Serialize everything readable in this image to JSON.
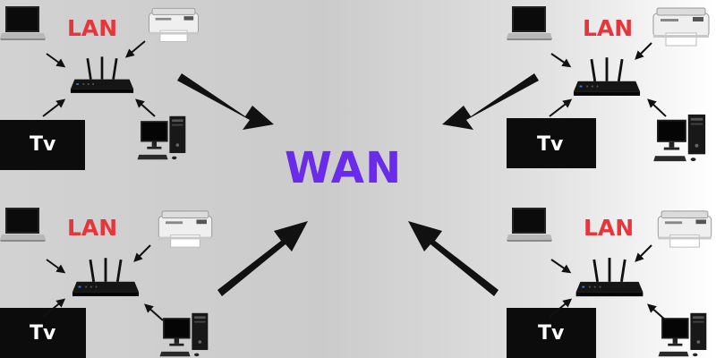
{
  "center": {
    "label": "WAN",
    "color": "#6a2bea"
  },
  "clusters": [
    {
      "id": "top-left",
      "lan_label": "LAN",
      "tv_label": "Tv"
    },
    {
      "id": "top-right",
      "lan_label": "LAN",
      "tv_label": "Tv"
    },
    {
      "id": "bottom-left",
      "lan_label": "LAN",
      "tv_label": "Tv"
    },
    {
      "id": "bottom-right",
      "lan_label": "LAN",
      "tv_label": "Tv"
    }
  ],
  "colors": {
    "lan": "#e8353c",
    "arrow": "#111111",
    "background_light": "#ffffff",
    "background_mid": "#c9c9c9"
  },
  "icons": [
    "laptop-icon",
    "printer-icon",
    "router-icon",
    "tv-icon",
    "desktop-computer-icon",
    "arrow-icon"
  ]
}
